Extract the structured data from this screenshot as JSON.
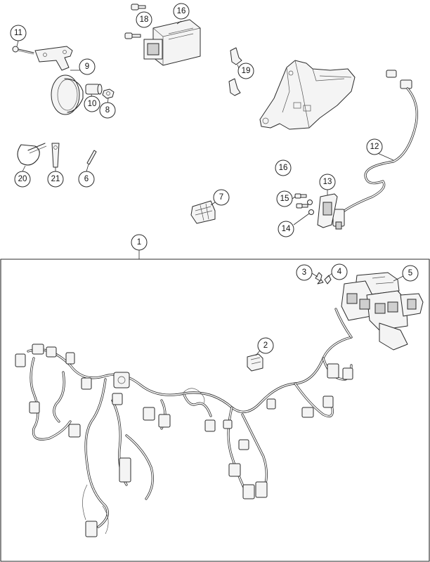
{
  "callouts": [
    {
      "label": "11"
    },
    {
      "label": "18"
    },
    {
      "label": "16"
    },
    {
      "label": "9"
    },
    {
      "label": "19"
    },
    {
      "label": "10"
    },
    {
      "label": "8"
    },
    {
      "label": "12"
    },
    {
      "label": "20"
    },
    {
      "label": "21"
    },
    {
      "label": "6"
    },
    {
      "label": "16"
    },
    {
      "label": "13"
    },
    {
      "label": "7"
    },
    {
      "label": "15"
    },
    {
      "label": "14"
    },
    {
      "label": "1"
    },
    {
      "label": "3"
    },
    {
      "label": "4"
    },
    {
      "label": "5"
    },
    {
      "label": "2"
    }
  ]
}
